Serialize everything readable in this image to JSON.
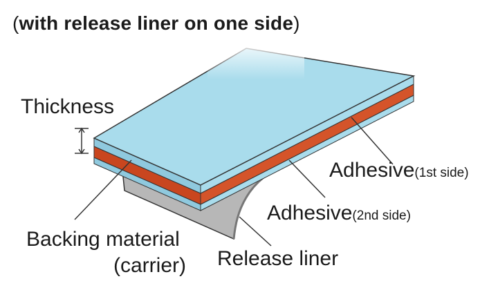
{
  "title": {
    "open_paren": "(",
    "text": "with release liner on one side",
    "close_paren": ")"
  },
  "labels": {
    "thickness": "Thickness",
    "adhesive_1st_main": "Adhesive",
    "adhesive_1st_note": "(1st side)",
    "adhesive_2nd_main": "Adhesive",
    "adhesive_2nd_note": "(2nd side)",
    "backing_line1": "Backing material",
    "backing_line2": "(carrier)",
    "release_liner": "Release liner"
  },
  "colors": {
    "adhesive_face": "#a9dcec",
    "adhesive_side": "#8fc9de",
    "backing": "#c9461f",
    "backing_dark": "#a8391a",
    "liner": "#b7b7b7",
    "liner_dark": "#9a9a9a",
    "outline": "#333333"
  }
}
